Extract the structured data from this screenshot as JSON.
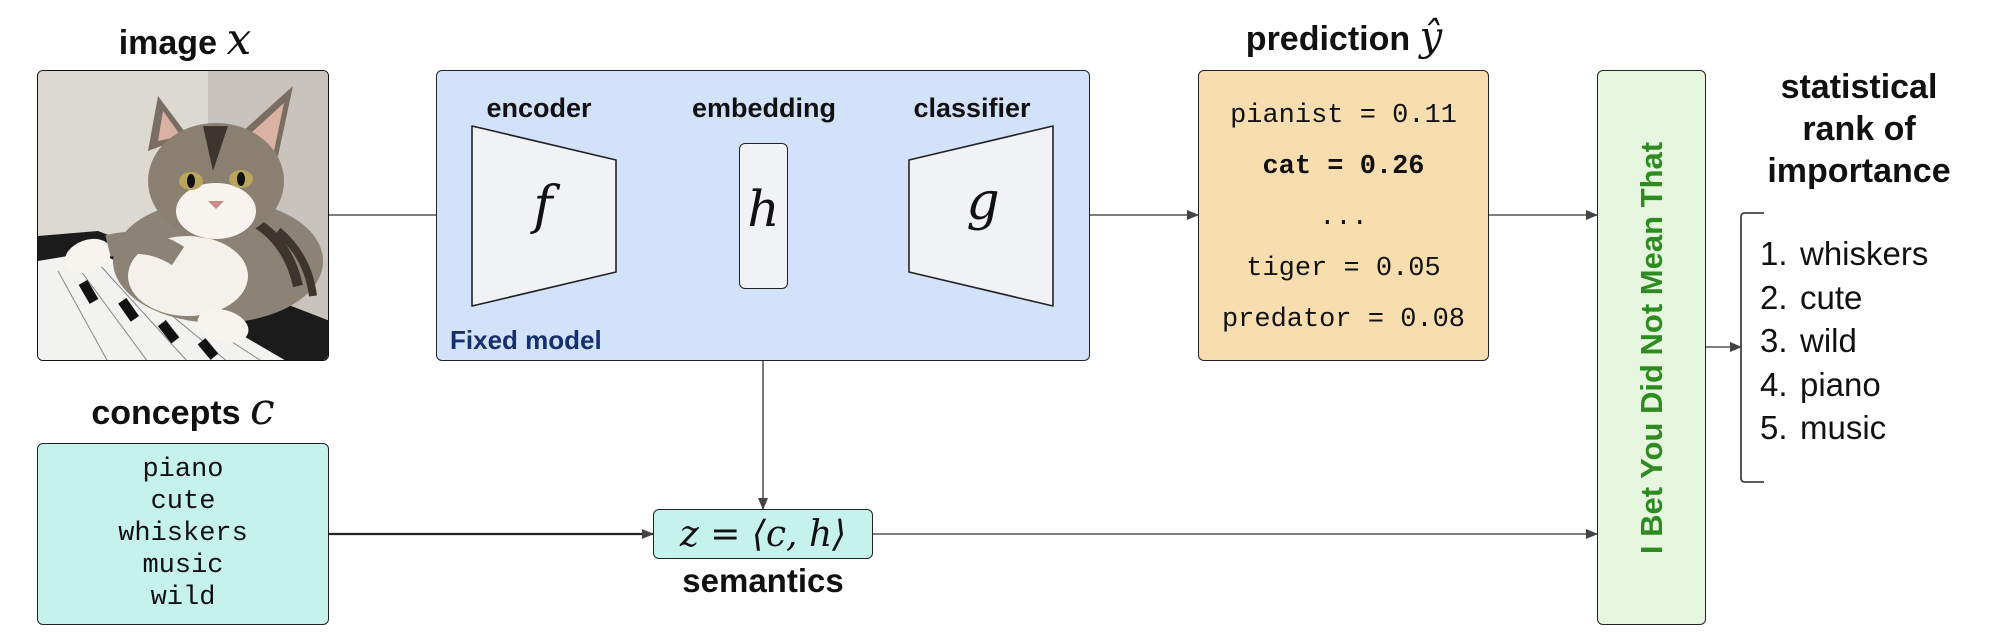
{
  "image_block": {
    "title": "image",
    "var": "x"
  },
  "model": {
    "caption": "Fixed model",
    "encoder": {
      "label": "encoder",
      "symbol": "f"
    },
    "embedding": {
      "label": "embedding",
      "symbol": "h"
    },
    "classifier": {
      "label": "classifier",
      "symbol": "g"
    }
  },
  "prediction": {
    "title": "prediction",
    "var": "ŷ",
    "lines": [
      {
        "text": "pianist = 0.11",
        "bold": false
      },
      {
        "text": "cat = 0.26",
        "bold": true
      },
      {
        "text": "...",
        "bold": false
      },
      {
        "text": "tiger = 0.05",
        "bold": false
      },
      {
        "text": "predator = 0.08",
        "bold": false
      }
    ]
  },
  "concepts": {
    "title": "concepts",
    "var": "c",
    "items": [
      "piano",
      "cute",
      "whiskers",
      "music",
      "wild"
    ]
  },
  "semantics": {
    "formula": "z = ⟨c, h⟩",
    "label": "semantics"
  },
  "test": {
    "label": "I Bet You Did Not Mean That"
  },
  "ranking": {
    "title_lines": [
      "statistical",
      "rank of",
      "importance"
    ],
    "items": [
      {
        "num": "1.",
        "text": "whiskers"
      },
      {
        "num": "2.",
        "text": "cute"
      },
      {
        "num": "3.",
        "text": "wild"
      },
      {
        "num": "4.",
        "text": "piano"
      },
      {
        "num": "5.",
        "text": "music"
      }
    ]
  },
  "colors": {
    "model_bg": "#d3e2fb",
    "model_caption": "#16306e",
    "prediction_bg": "#f8deaf",
    "concepts_bg": "#c6f2ec",
    "test_bg": "#e6f6df",
    "test_text": "#2e8b21",
    "shape_fill": "#f1f2f5",
    "wire": "#555555"
  }
}
